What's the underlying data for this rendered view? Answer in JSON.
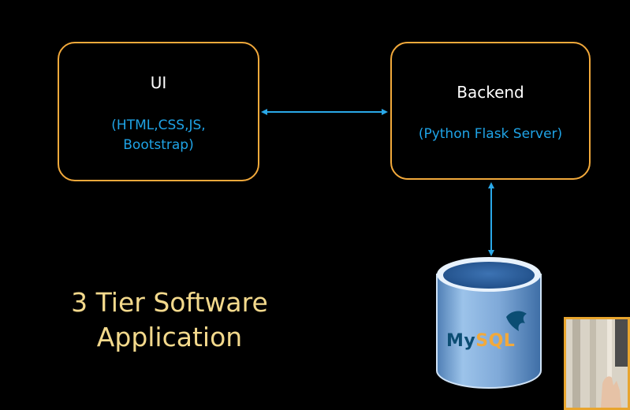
{
  "diagram": {
    "ui_box": {
      "title": "UI",
      "subtitle_line1": "(HTML,CSS,JS,",
      "subtitle_line2": "Bootstrap)"
    },
    "backend_box": {
      "title": "Backend",
      "subtitle": "(Python Flask Server)"
    },
    "database": {
      "logo_part1": "My",
      "logo_part2": "SQL"
    },
    "caption_line1": "3 Tier Software",
    "caption_line2": "Application"
  },
  "colors": {
    "background": "#000000",
    "box_border": "#f2a93b",
    "box_title": "#ffffff",
    "box_subtitle": "#1fa3e6",
    "arrow": "#2aa8e8",
    "caption": "#f3d98c",
    "db_body": "#6f9fd0",
    "db_top": "#2f5f9a"
  },
  "icons": {
    "database": "database-cylinder-icon",
    "logo": "mysql-dolphin-logo"
  }
}
